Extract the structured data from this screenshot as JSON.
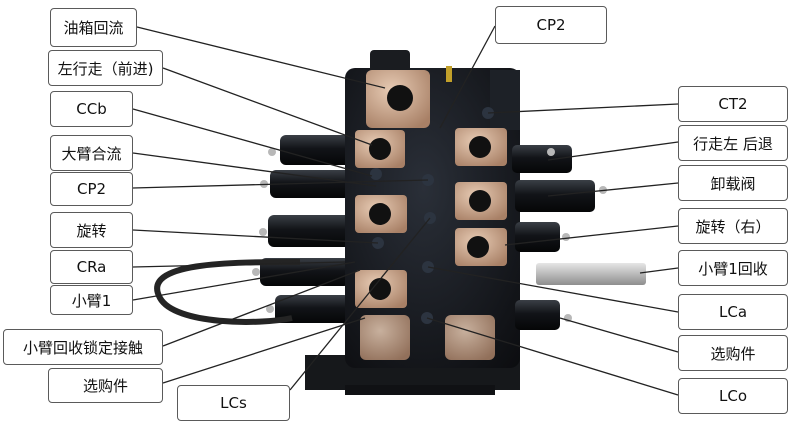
{
  "labels": {
    "l1": "油箱回流",
    "l2": "左行走（前进)",
    "l3": "CCb",
    "l4": "大臂合流",
    "l5": "CP2",
    "l6": "旋转",
    "l7": "CRa",
    "l8": "小臂1",
    "l9": "小臂回收锁定接触",
    "l10": "选购件",
    "l11": "LCs",
    "r1": "CP2",
    "r2": "CT2",
    "r3": "行走左 后退",
    "r4": "卸载阀",
    "r5": "旋转（右）",
    "r6": "小臂1回收",
    "r7": "LCa",
    "r8": "选购件",
    "r9": "LCo"
  },
  "colors": {
    "valve_body": "#15181c",
    "flange": "#c8a58a",
    "line": "#222222",
    "hose": "#242424"
  },
  "icons": [
    "hydraulic-valve-block-photo"
  ]
}
